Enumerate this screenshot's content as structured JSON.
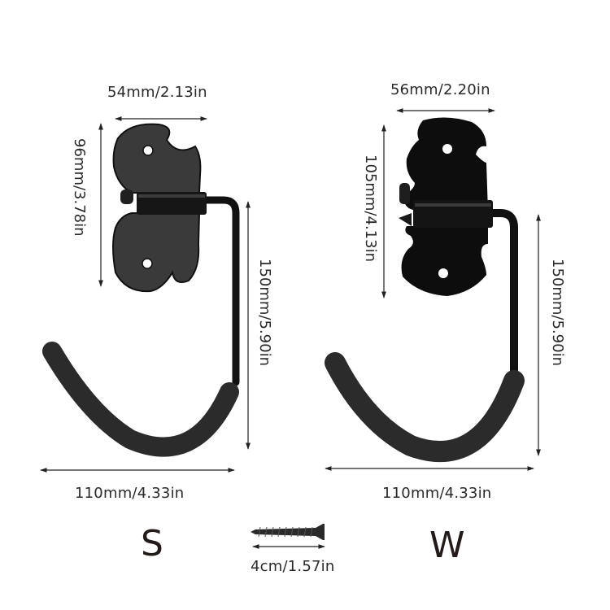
{
  "diagram": {
    "type": "product-dimension-diagram",
    "subject": "Bike wall mount hooks",
    "colors": {
      "background": "#ffffff",
      "hook_s_plate": "#3a3a3a",
      "hook_w_plate": "#0d0d0d",
      "foam_grip": "#2b2b2b",
      "dimension_line": "#222222",
      "text": "#2a2a2a"
    },
    "variants": [
      {
        "id": "S",
        "label": "S",
        "plate_width": "54mm/2.13in",
        "plate_height": "96mm/3.78in",
        "hook_height": "150mm/5.90in",
        "hook_width": "110mm/4.33in"
      },
      {
        "id": "W",
        "label": "W",
        "plate_width": "56mm/2.20in",
        "plate_height": "105mm/4.13in",
        "hook_height": "150mm/5.90in",
        "hook_width": "110mm/4.33in"
      }
    ],
    "screw": {
      "label": "4cm/1.57in"
    }
  }
}
